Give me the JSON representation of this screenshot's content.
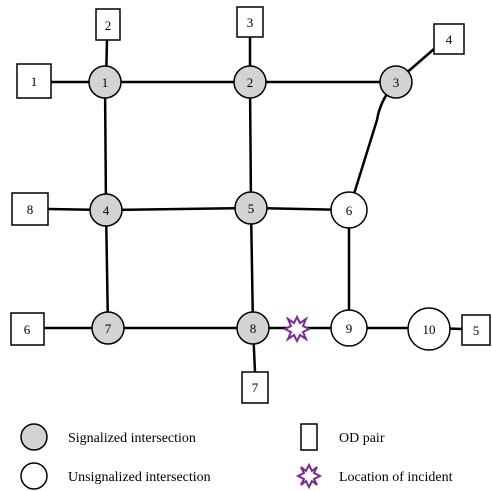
{
  "nodes": [
    {
      "label": "1",
      "type": "signalized"
    },
    {
      "label": "2",
      "type": "signalized"
    },
    {
      "label": "3",
      "type": "signalized"
    },
    {
      "label": "4",
      "type": "signalized"
    },
    {
      "label": "5",
      "type": "signalized"
    },
    {
      "label": "6",
      "type": "unsignalized"
    },
    {
      "label": "7",
      "type": "signalized"
    },
    {
      "label": "8",
      "type": "signalized"
    },
    {
      "label": "9",
      "type": "unsignalized"
    },
    {
      "label": "10",
      "type": "unsignalized"
    }
  ],
  "od_pairs": [
    {
      "label": "1"
    },
    {
      "label": "2"
    },
    {
      "label": "3"
    },
    {
      "label": "4"
    },
    {
      "label": "5"
    },
    {
      "label": "6"
    },
    {
      "label": "7"
    },
    {
      "label": "8"
    }
  ],
  "legend": {
    "signalized": "Signalized intersection",
    "unsignalized": "Unsignalized intersection",
    "od_pair": "OD pair",
    "incident": "Location of incident"
  },
  "colors": {
    "signalized_fill": "#d3d3d3",
    "unsignalized_fill": "#ffffff",
    "incident": "#7b2c8f",
    "line": "#000000"
  }
}
